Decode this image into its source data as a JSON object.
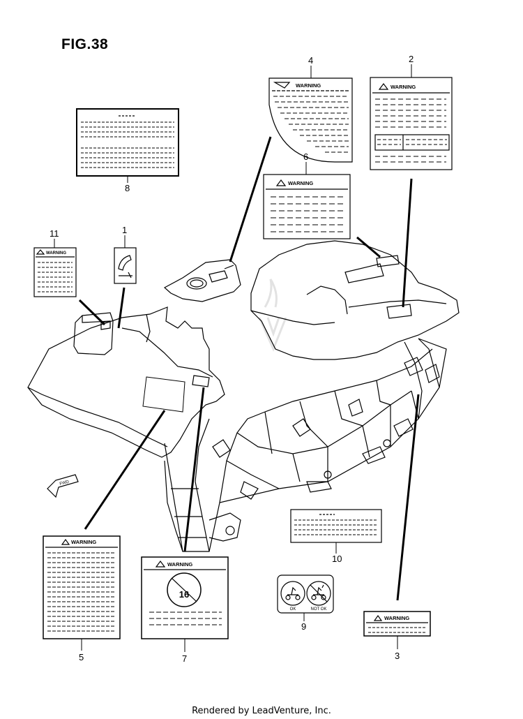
{
  "figure": {
    "title": "FIG.38"
  },
  "footer": {
    "text": "Rendered by LeadVenture, Inc."
  },
  "labels": {
    "warning_text": "WARNING",
    "fwd_text": "FWD",
    "age_16": "16",
    "icon9_left": "OK",
    "icon9_right": "NOT OK"
  },
  "callouts": [
    "1",
    "2",
    "3",
    "4",
    "5",
    "6",
    "7",
    "8",
    "9",
    "10",
    "11"
  ],
  "colors": {
    "ink": "#000000",
    "paper": "#ffffff",
    "watermark": "#e6e6e6"
  }
}
